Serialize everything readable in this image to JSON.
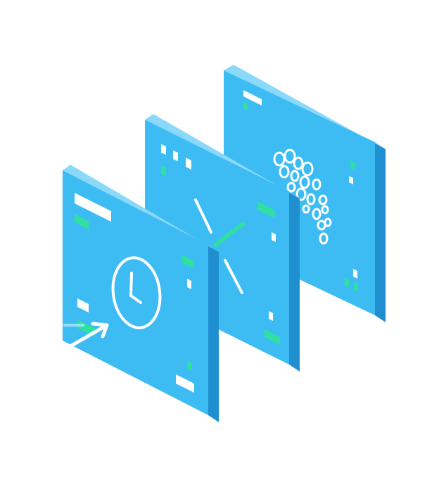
{
  "illustration": {
    "panel_count": 3,
    "panels": [
      {
        "position": "back",
        "motif": "bubble-cluster-icon"
      },
      {
        "position": "middle",
        "motif": "radiating-lines-icon"
      },
      {
        "position": "front",
        "motif": "clock-icon"
      }
    ],
    "overlay": {
      "motif": "arrow-icon"
    }
  },
  "colors": {
    "background": "#ffffff",
    "panel_face": "#3dbcf3",
    "panel_top_edge": "#8ad9fb",
    "panel_side": "#1f8fd0",
    "marker_white": "#ffffff",
    "marker_green": "#2fe0a0"
  }
}
